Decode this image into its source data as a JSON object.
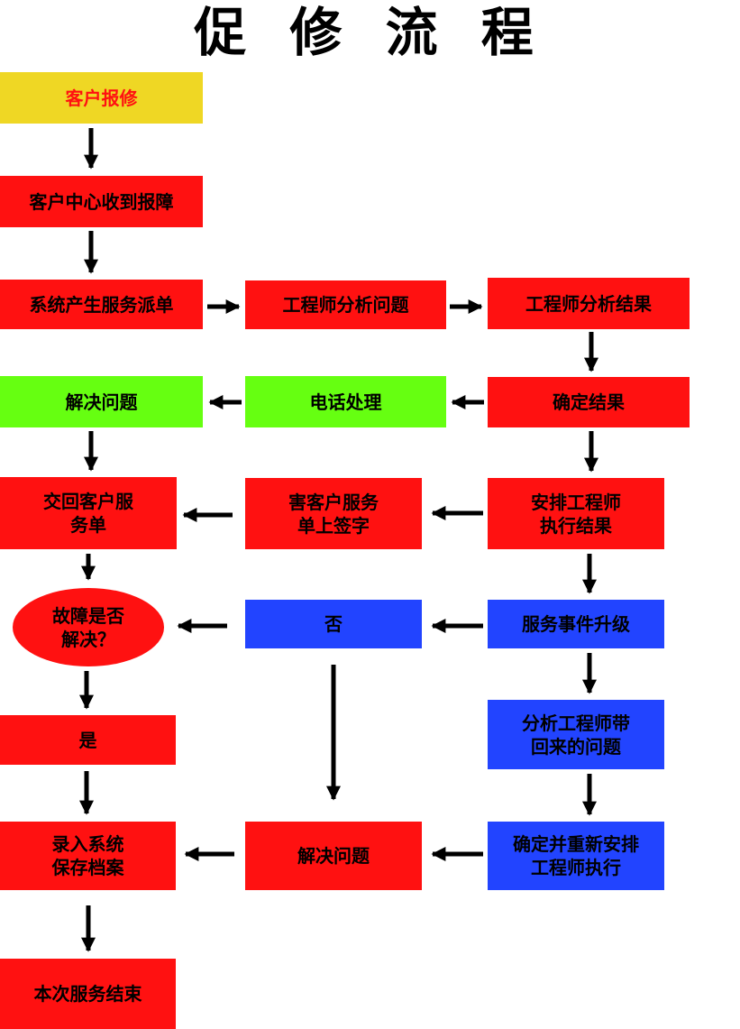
{
  "title": "促 修 流 程",
  "colors": {
    "yellow": "#EFD724",
    "red": "#FF1111",
    "green": "#66FF11",
    "blue": "#2244FF",
    "start_text": "#FF1111"
  },
  "nodes": {
    "customer_report": "客户报修",
    "center_receive": "客户中心收到报障",
    "system_order": "系统产生服务派单",
    "eng_analyze": "工程师分析问题",
    "eng_result": "工程师分析结果",
    "confirm_result": "确定结果",
    "phone_handle": "电话处理",
    "solve_top": "解决问题",
    "arrange_eng": "安排工程师\n执行结果",
    "customer_sign": "害客户服务\n单上签字",
    "return_order": "交回客户服\n务单",
    "upgrade": "服务事件升级",
    "no": "否",
    "resolved_q": "故障是否\n解决？",
    "analyze_back": "分析工程师带\n回来的问题",
    "yes": "是",
    "reassign": "确定并重新安排\n工程师执行",
    "solve_mid": "解决问题",
    "record": "录入系统\n保存档案",
    "end": "本次服务结束"
  }
}
